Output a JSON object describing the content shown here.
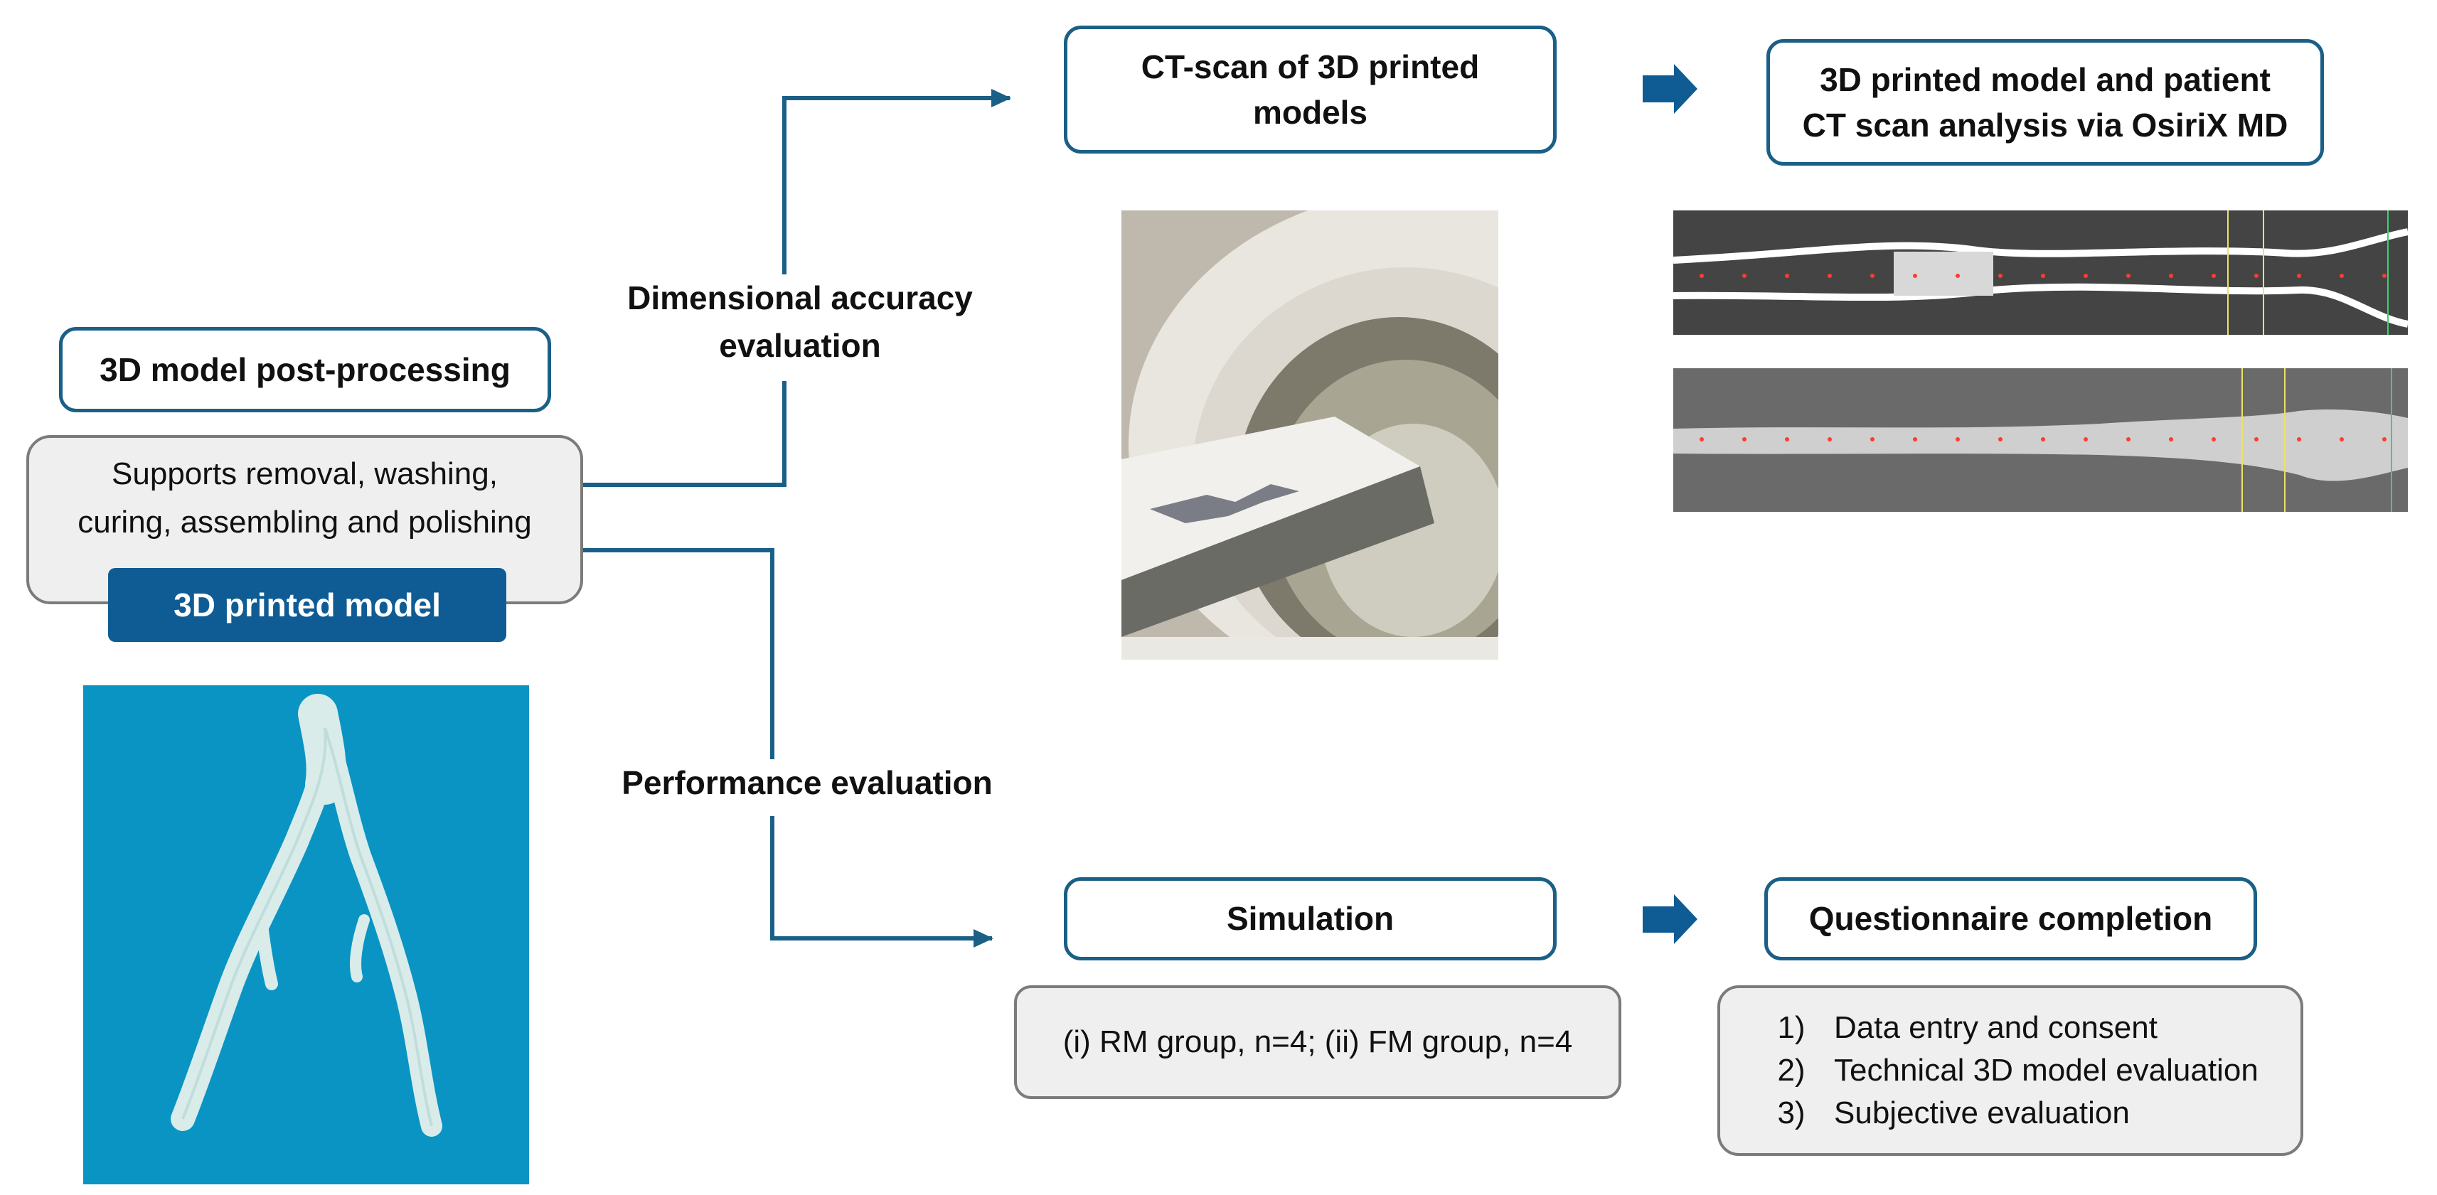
{
  "post_processing": {
    "title": "3D model post-processing",
    "line1": "Supports removal, washing,",
    "line2": "curing, assembling and polishing",
    "tag": "3D printed model"
  },
  "branch_labels": {
    "dimensional_1": "Dimensional accuracy",
    "dimensional_2": "evaluation",
    "performance": "Performance evaluation"
  },
  "ct_scan": {
    "line1": "CT-scan of 3D printed",
    "line2": "models"
  },
  "analysis": {
    "line1": "3D printed model and patient",
    "line2": "CT scan analysis via OsiriX MD"
  },
  "simulation": {
    "title": "Simulation",
    "groups": "(i) RM group, n=4; (ii) FM group, n=4"
  },
  "questionnaire": {
    "title": "Questionnaire completion",
    "items": [
      {
        "num": "1)",
        "text": "Data entry and consent"
      },
      {
        "num": "2)",
        "text": "Technical 3D model evaluation"
      },
      {
        "num": "3)",
        "text": "Subjective evaluation"
      }
    ]
  },
  "colors": {
    "line": "#1a5f86",
    "arrow": "#0f5c94",
    "tag": "#0f5c94",
    "model_bg": "#0a94c4"
  },
  "icons": [
    "right-arrow-icon",
    "right-arrow-icon"
  ]
}
